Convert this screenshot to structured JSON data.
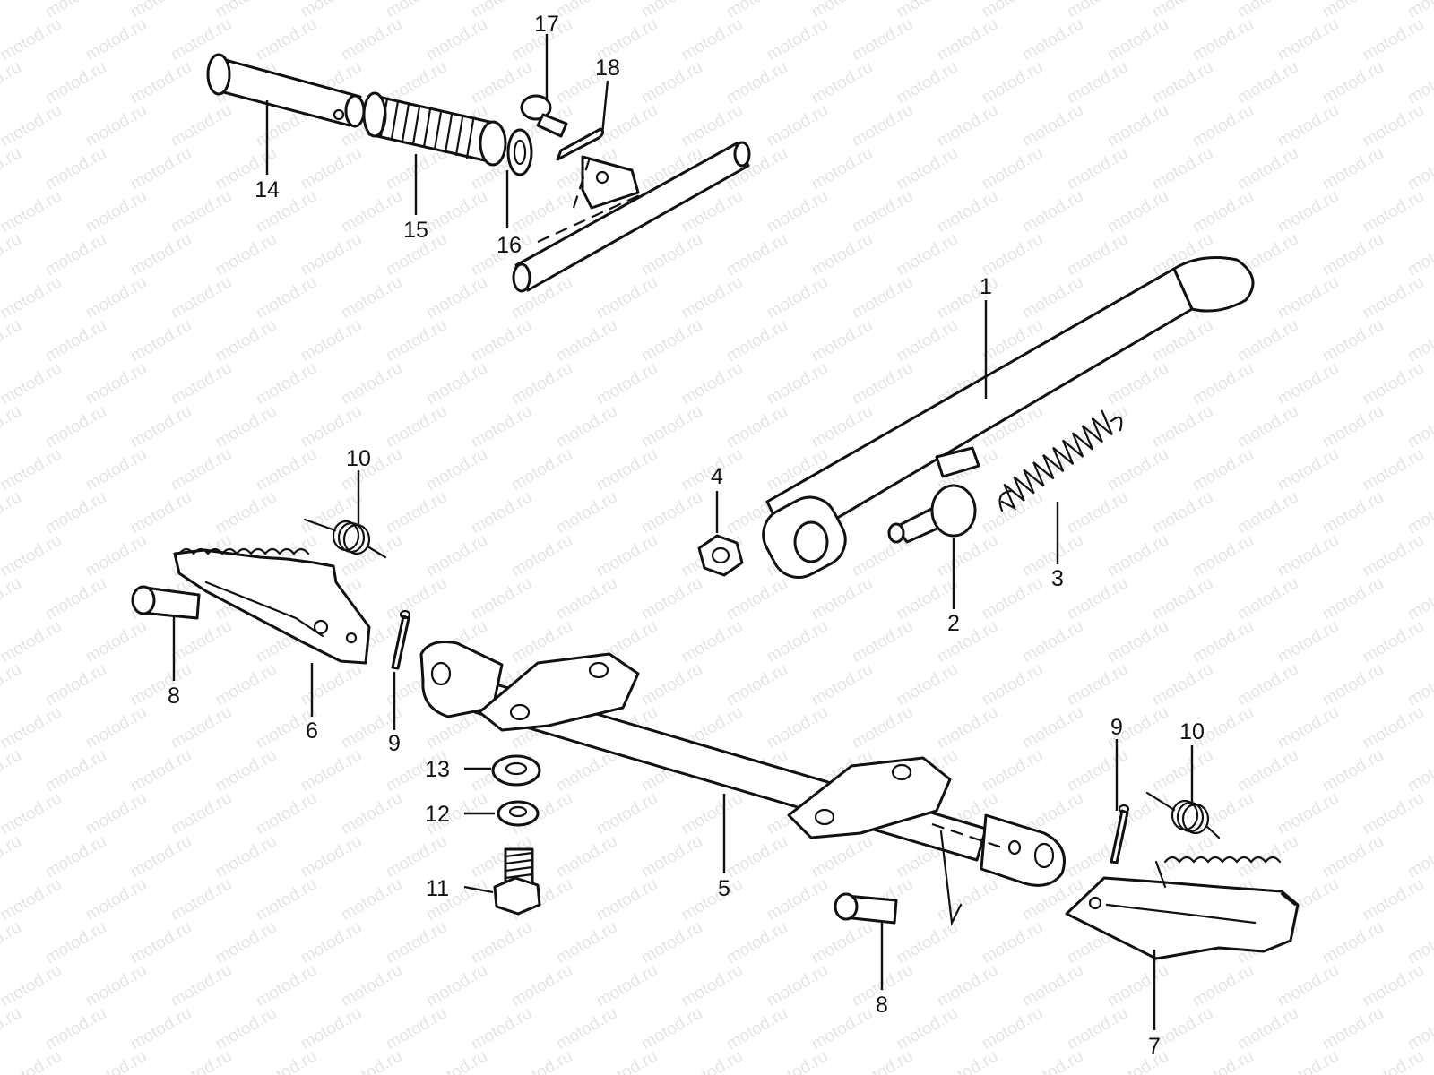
{
  "watermark": {
    "text": "motod.ru",
    "color": "#cfcfcf"
  },
  "colors": {
    "line": "#111111",
    "background": "#ffffff"
  },
  "callouts": {
    "c1": "1",
    "c2": "2",
    "c3": "3",
    "c4": "4",
    "c5": "5",
    "c6": "6",
    "c7": "7",
    "c8a": "8",
    "c8b": "8",
    "c9a": "9",
    "c9b": "9",
    "c10a": "10",
    "c10b": "10",
    "c11": "11",
    "c12": "12",
    "c13": "13",
    "c14": "14",
    "c15": "15",
    "c16": "16",
    "c17": "17",
    "c18": "18"
  }
}
